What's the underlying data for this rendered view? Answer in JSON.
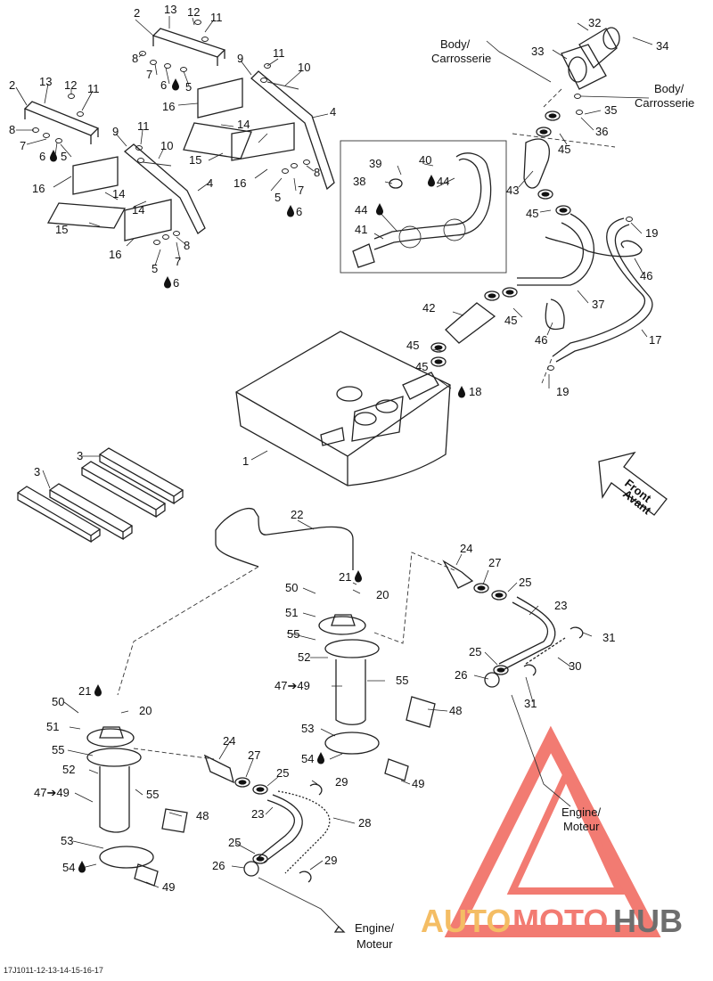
{
  "diagram_id": "17J1011-12-13-14-15-16-17",
  "callouts": {
    "c1": "1",
    "c2a": "2",
    "c2b": "2",
    "c3a": "3",
    "c3b": "3",
    "c4a": "4",
    "c4b": "4",
    "c5a": "5",
    "c5b": "5",
    "c5c": "5",
    "c5d": "5",
    "c6a": "6",
    "c6b": "6",
    "c6c": "6",
    "c6d": "6",
    "c7a": "7",
    "c7b": "7",
    "c7c": "7",
    "c7d": "7",
    "c8a": "8",
    "c8b": "8",
    "c8c": "8",
    "c8d": "8",
    "c9a": "9",
    "c9b": "9",
    "c10a": "10",
    "c10b": "10",
    "c11a": "11",
    "c11b": "11",
    "c11c": "11",
    "c11d": "11",
    "c12a": "12",
    "c12b": "12",
    "c13a": "13",
    "c13b": "13",
    "c14a": "14",
    "c14b": "14",
    "c14c": "14",
    "c15a": "15",
    "c15b": "15",
    "c16a": "16",
    "c16b": "16",
    "c16c": "16",
    "c16d": "16",
    "c17": "17",
    "c18": "18",
    "c19a": "19",
    "c19b": "19",
    "c20a": "20",
    "c20b": "20",
    "c21a": "21",
    "c21b": "21",
    "c22": "22",
    "c23a": "23",
    "c23b": "23",
    "c24a": "24",
    "c24b": "24",
    "c25a": "25",
    "c25b": "25",
    "c25c": "25",
    "c25d": "25",
    "c26a": "26",
    "c26b": "26",
    "c27a": "27",
    "c27b": "27",
    "c28": "28",
    "c29a": "29",
    "c29b": "29",
    "c30": "30",
    "c31a": "31",
    "c31b": "31",
    "c32": "32",
    "c33": "33",
    "c34": "34",
    "c35": "35",
    "c36": "36",
    "c37": "37",
    "c38": "38",
    "c39": "39",
    "c40": "40",
    "c41": "41",
    "c42": "42",
    "c43": "43",
    "c44a": "44",
    "c44b": "44",
    "c45a": "45",
    "c45b": "45",
    "c45c": "45",
    "c45d": "45",
    "c45e": "45",
    "c46a": "46",
    "c46b": "46",
    "c47a": "47➔49",
    "c47b": "47➔49",
    "c48a": "48",
    "c48b": "48",
    "c49a": "49",
    "c49b": "49",
    "c50a": "50",
    "c50b": "50",
    "c51a": "51",
    "c51b": "51",
    "c52a": "52",
    "c52b": "52",
    "c53a": "53",
    "c53b": "53",
    "c54a": "54",
    "c54b": "54",
    "c55a": "55",
    "c55b": "55",
    "c55c": "55",
    "c55d": "55"
  },
  "labels": {
    "body1_line1": "Body/",
    "body1_line2": "Carrosserie",
    "body2_line1": "Body/",
    "body2_line2": "Carrosserie",
    "engine1_line1": "Engine/",
    "engine1_line2": "Moteur",
    "engine2_line1": "Engine/",
    "engine2_line2": "Moteur",
    "front_line1": "Front",
    "front_line2": "Avant"
  },
  "watermark": {
    "text_auto": "AUTO",
    "text_moto": "MOTO",
    "text_hub": "HUB",
    "color_primary": "#f0645a",
    "color_secondary": "#f3b24a",
    "color_hub": "#555555"
  },
  "icons": {
    "drop": "liquid-drop-icon",
    "arrow": "direction-arrow-icon"
  }
}
